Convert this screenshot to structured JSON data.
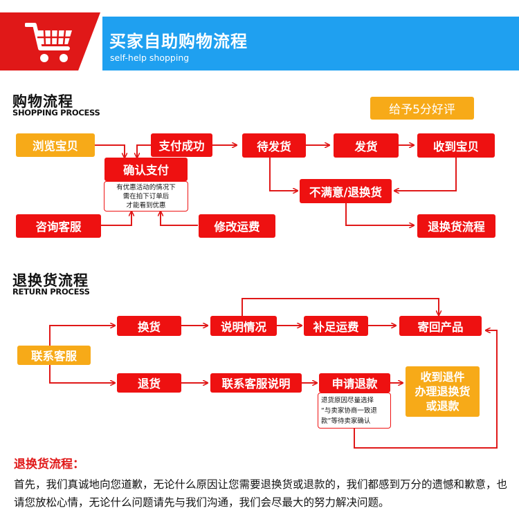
{
  "header": {
    "title": "买家自助购物流程",
    "subtitle": "self-help shopping",
    "icon": "shopping-cart-icon",
    "colors": {
      "red": "#e01818",
      "blue": "#1fa0f0"
    }
  },
  "shopping": {
    "title": "购物流程",
    "subtitle": "SHOPPING PROCESS",
    "boxes": {
      "browse": "浏览宝贝",
      "pay_success": "支付成功",
      "confirm_pay": "确认支付",
      "wait_ship": "待发货",
      "ship": "发货",
      "receive": "收到宝贝",
      "praise": "给予5分好评",
      "unsatisfied": "不满意/退换货",
      "contact_service": "咨询客服",
      "modify_shipping": "修改运费",
      "return_process": "退换货流程"
    },
    "note": [
      "有优惠活动的情况下",
      "需在拍下订单后",
      "才能看到优惠"
    ]
  },
  "returns": {
    "title": "退换货流程",
    "subtitle": "RETURN PROCESS",
    "boxes": {
      "contact": "联系客服",
      "exchange": "换货",
      "explain": "说明情况",
      "add_shipping": "补足运费",
      "send_back": "寄回产品",
      "refund": "退货",
      "contact_explain": "联系客服说明",
      "apply_refund": "申请退款",
      "received_line1": "收到退件",
      "received_line2": "办理退换货",
      "received_line3": "或退款"
    },
    "note": [
      "退货原因尽量选择",
      "“与卖家协商一致退",
      "款”等待卖家确认"
    ]
  },
  "footer": {
    "title": "退换货流程：",
    "text": "首先，我们真诚地向您道歉，无论什么原因让您需要退换货或退款的，我们都感到万分的遗憾和歉意，也请您放松心情，无论什么问题请先与我们沟通，我们会尽最大的努力解决问题。"
  },
  "colors": {
    "box_red": "#ee1111",
    "box_orange": "#f7aa18",
    "line": "#e01818"
  }
}
